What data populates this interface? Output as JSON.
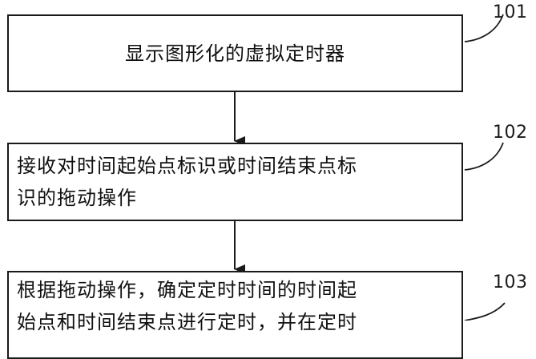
{
  "steps": [
    {
      "label": "101",
      "lines": [
        "显示图形化的虚拟定时器"
      ]
    },
    {
      "label": "102",
      "lines": [
        "接收对时间起始点标识或时间结束点标",
        "识的拖动操作"
      ]
    },
    {
      "label": "103",
      "lines": [
        "根据拖动操作，确定定时时间的时间起",
        "始点和时间结束点进行定时，并在定时"
      ]
    }
  ]
}
